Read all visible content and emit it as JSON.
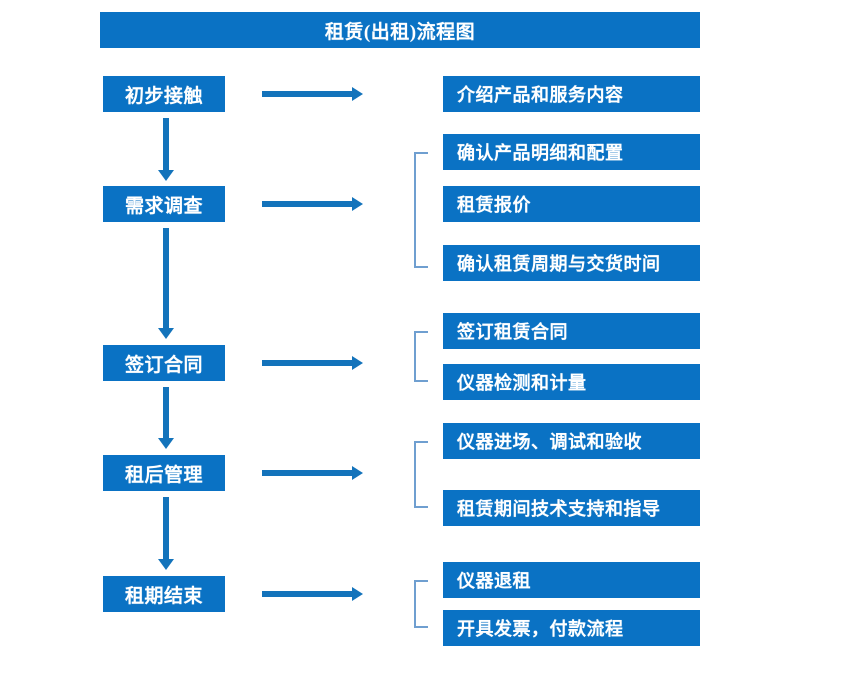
{
  "diagram": {
    "title": "租赁(出租)流程图",
    "accent_color": "#0a72c4",
    "arrow_color": "#1373bb",
    "bracket_color": "#6f9fd0",
    "text_color": "#ffffff",
    "background": "#ffffff"
  },
  "stages": [
    {
      "label": "初步接触"
    },
    {
      "label": "需求调查"
    },
    {
      "label": "签订合同"
    },
    {
      "label": "租后管理"
    },
    {
      "label": "租期结束"
    }
  ],
  "details": [
    {
      "label": "介绍产品和服务内容"
    },
    {
      "label": "确认产品明细和配置"
    },
    {
      "label": "租赁报价"
    },
    {
      "label": "确认租赁周期与交货时间"
    },
    {
      "label": "签订租赁合同"
    },
    {
      "label": "仪器检测和计量"
    },
    {
      "label": "仪器进场、调试和验收"
    },
    {
      "label": "租赁期间技术支持和指导"
    },
    {
      "label": "仪器退租"
    },
    {
      "label": "开具发票，付款流程"
    }
  ],
  "groups": [
    {
      "stage": "初步接触",
      "details": [
        "介绍产品和服务内容"
      ]
    },
    {
      "stage": "需求调查",
      "details": [
        "确认产品明细和配置",
        "租赁报价",
        "确认租赁周期与交货时间"
      ]
    },
    {
      "stage": "签订合同",
      "details": [
        "签订租赁合同",
        "仪器检测和计量"
      ]
    },
    {
      "stage": "租后管理",
      "details": [
        "仪器进场、调试和验收",
        "租赁期间技术支持和指导"
      ]
    },
    {
      "stage": "租期结束",
      "details": [
        "仪器退租",
        "开具发票，付款流程"
      ]
    }
  ]
}
